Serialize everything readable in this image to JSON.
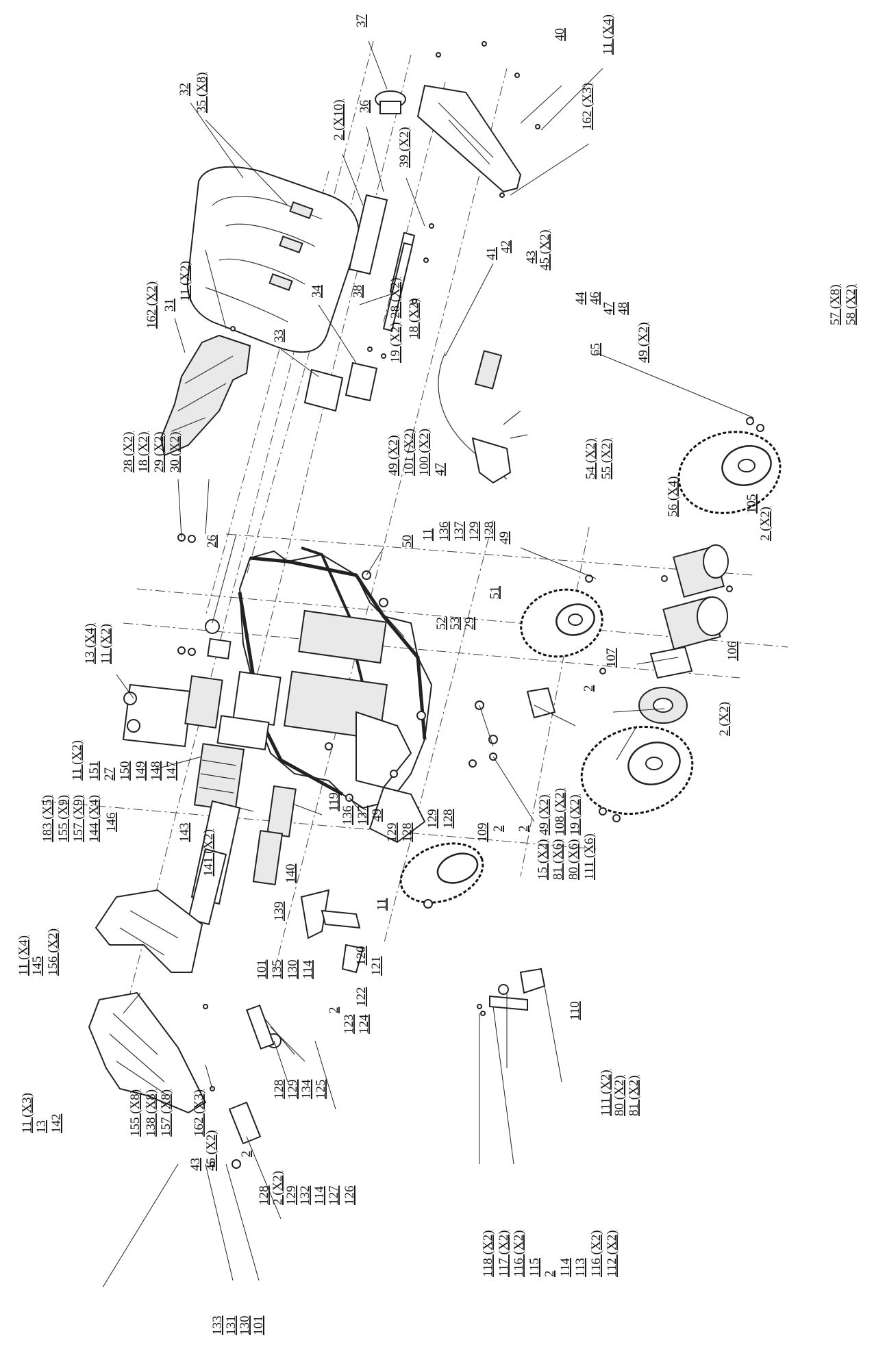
{
  "labels": [
    {
      "id": "l37",
      "text": "37"
    },
    {
      "id": "l40",
      "text": "40"
    },
    {
      "id": "l11x4a",
      "text": "11 (X4)"
    },
    {
      "id": "l162x3a",
      "text": "162 (X3)"
    },
    {
      "id": "l32",
      "text": "32"
    },
    {
      "id": "l35x8a",
      "text": "35 (X8)"
    },
    {
      "id": "l2x10",
      "text": "2 (X10)"
    },
    {
      "id": "l36a",
      "text": "36"
    },
    {
      "id": "l39x2",
      "text": "39 (X2)"
    },
    {
      "id": "l31",
      "text": "31"
    },
    {
      "id": "l11x2a",
      "text": "11 (X2)"
    },
    {
      "id": "l162x2",
      "text": "162 (X2)"
    },
    {
      "id": "l33",
      "text": "33"
    },
    {
      "id": "l34a",
      "text": "34"
    },
    {
      "id": "l38",
      "text": "38"
    },
    {
      "id": "l41",
      "text": "41"
    },
    {
      "id": "l42",
      "text": "42"
    },
    {
      "id": "l43a",
      "text": "43"
    },
    {
      "id": "l45x2a",
      "text": "45 (X2)"
    },
    {
      "id": "l44",
      "text": "44"
    },
    {
      "id": "l46",
      "text": "46"
    },
    {
      "id": "l47a",
      "text": "47"
    },
    {
      "id": "l48",
      "text": "48"
    },
    {
      "id": "l49x2a",
      "text": "49 (X2)"
    },
    {
      "id": "l28x2a",
      "text": "28 (X2)"
    },
    {
      "id": "l18x2a",
      "text": "18 (X2)"
    },
    {
      "id": "l19x2a",
      "text": "19 (X2)"
    },
    {
      "id": "l65",
      "text": "65"
    },
    {
      "id": "l57x8",
      "text": "57 (X8)"
    },
    {
      "id": "l58x2",
      "text": "58 (X2)"
    },
    {
      "id": "l28x2b",
      "text": "28 (X2)"
    },
    {
      "id": "l18x2b",
      "text": "18 (X2)"
    },
    {
      "id": "l29x2",
      "text": "29 (X2)"
    },
    {
      "id": "l30x2",
      "text": "30 (X2)"
    },
    {
      "id": "l49x2b",
      "text": "49 (X2)"
    },
    {
      "id": "l101x2",
      "text": "101 (X2)"
    },
    {
      "id": "l100x2",
      "text": "100 (X2)"
    },
    {
      "id": "l47b",
      "text": "47"
    },
    {
      "id": "l54x2",
      "text": "54 (X2)"
    },
    {
      "id": "l55x2",
      "text": "55 (X2)"
    },
    {
      "id": "l56x4",
      "text": "56 (X4)"
    },
    {
      "id": "l105",
      "text": "105"
    },
    {
      "id": "l2x2a",
      "text": "2 (X2)"
    },
    {
      "id": "l13x4",
      "text": "13 (X4)"
    },
    {
      "id": "l11x2b",
      "text": "11 (X2)"
    },
    {
      "id": "l26",
      "text": "26"
    },
    {
      "id": "l50a",
      "text": "50"
    },
    {
      "id": "l11a",
      "text": "11"
    },
    {
      "id": "l136a",
      "text": "136"
    },
    {
      "id": "l137a",
      "text": "137"
    },
    {
      "id": "l129a",
      "text": "129"
    },
    {
      "id": "l128a",
      "text": "128"
    },
    {
      "id": "l49a",
      "text": "49"
    },
    {
      "id": "l11x2c",
      "text": "11 (X2)"
    },
    {
      "id": "l151",
      "text": "151"
    },
    {
      "id": "l27",
      "text": "27"
    },
    {
      "id": "l150",
      "text": "150"
    },
    {
      "id": "l149",
      "text": "149"
    },
    {
      "id": "l148",
      "text": "148"
    },
    {
      "id": "l147",
      "text": "147"
    },
    {
      "id": "l51",
      "text": "51"
    },
    {
      "id": "l52",
      "text": "52"
    },
    {
      "id": "l53",
      "text": "53"
    },
    {
      "id": "l29a",
      "text": "29"
    },
    {
      "id": "l107",
      "text": "107"
    },
    {
      "id": "l2a",
      "text": "2"
    },
    {
      "id": "l106",
      "text": "106"
    },
    {
      "id": "l2x2b",
      "text": "2 (X2)"
    },
    {
      "id": "l49x2c",
      "text": "49 (X2)"
    },
    {
      "id": "l108x2",
      "text": "108 (X2)"
    },
    {
      "id": "l19x2b",
      "text": "19 (X2)"
    },
    {
      "id": "l183x5",
      "text": "183 (X5)"
    },
    {
      "id": "l155x9",
      "text": "155 (X9)"
    },
    {
      "id": "l157x9",
      "text": "157 (X9)"
    },
    {
      "id": "l144x4",
      "text": "144 (X4)"
    },
    {
      "id": "l146",
      "text": "146"
    },
    {
      "id": "l143",
      "text": "143"
    },
    {
      "id": "l141x2",
      "text": "141 (X2)"
    },
    {
      "id": "l119",
      "text": "119"
    },
    {
      "id": "l136b",
      "text": "136"
    },
    {
      "id": "l137b",
      "text": "137"
    },
    {
      "id": "l49b",
      "text": "49"
    },
    {
      "id": "l129b",
      "text": "129"
    },
    {
      "id": "l128b",
      "text": "128"
    },
    {
      "id": "l129c",
      "text": "129"
    },
    {
      "id": "l128c",
      "text": "128"
    },
    {
      "id": "l109",
      "text": "109"
    },
    {
      "id": "l2b",
      "text": "2"
    },
    {
      "id": "l2c",
      "text": "2"
    },
    {
      "id": "l15x2",
      "text": "15 (X2)"
    },
    {
      "id": "l81x6",
      "text": "81 (X6)"
    },
    {
      "id": "l80x6",
      "text": "80 (X6)"
    },
    {
      "id": "l111x6",
      "text": "111 (X6)"
    },
    {
      "id": "l140",
      "text": "140"
    },
    {
      "id": "l139",
      "text": "139"
    },
    {
      "id": "l11b",
      "text": "11"
    },
    {
      "id": "l101a",
      "text": "101"
    },
    {
      "id": "l135",
      "text": "135"
    },
    {
      "id": "l130a",
      "text": "130"
    },
    {
      "id": "l114a",
      "text": "114"
    },
    {
      "id": "l120",
      "text": "120"
    },
    {
      "id": "l121",
      "text": "121"
    },
    {
      "id": "l122",
      "text": "122"
    },
    {
      "id": "l2d",
      "text": "2"
    },
    {
      "id": "l123",
      "text": "123"
    },
    {
      "id": "l124",
      "text": "124"
    },
    {
      "id": "l11x4b",
      "text": "11 (X4)"
    },
    {
      "id": "l145",
      "text": "145"
    },
    {
      "id": "l156x2",
      "text": "156 (X2)"
    },
    {
      "id": "l155x8",
      "text": "155 (X8)"
    },
    {
      "id": "l138x8",
      "text": "138 (X8)"
    },
    {
      "id": "l157x8",
      "text": "157 (X8)"
    },
    {
      "id": "l162x3b",
      "text": "162 (X3)"
    },
    {
      "id": "l128d",
      "text": "128"
    },
    {
      "id": "l129d",
      "text": "129"
    },
    {
      "id": "l134",
      "text": "134"
    },
    {
      "id": "l125",
      "text": "125"
    },
    {
      "id": "l110",
      "text": "110"
    },
    {
      "id": "l111x2",
      "text": "111 (X2)"
    },
    {
      "id": "l80x2",
      "text": "80 (X2)"
    },
    {
      "id": "l81x2",
      "text": "81 (X2)"
    },
    {
      "id": "l11x3",
      "text": "11 (X3)"
    },
    {
      "id": "l13",
      "text": "13"
    },
    {
      "id": "l142",
      "text": "142"
    },
    {
      "id": "l43b",
      "text": "43"
    },
    {
      "id": "l45x2b",
      "text": "45 (X2)"
    },
    {
      "id": "l128e",
      "text": "128"
    },
    {
      "id": "l2x2c",
      "text": "2 (X2)"
    },
    {
      "id": "l129e",
      "text": "129"
    },
    {
      "id": "l132",
      "text": "132"
    },
    {
      "id": "l114b",
      "text": "114"
    },
    {
      "id": "l127",
      "text": "127"
    },
    {
      "id": "l126",
      "text": "126"
    },
    {
      "id": "l2e",
      "text": "2"
    },
    {
      "id": "l118x2",
      "text": "118 (X2)"
    },
    {
      "id": "l117x2",
      "text": "117 (X2)"
    },
    {
      "id": "l116x2a",
      "text": "116 (X2)"
    },
    {
      "id": "l115",
      "text": "115"
    },
    {
      "id": "l2f",
      "text": "2"
    },
    {
      "id": "l114c",
      "text": "114"
    },
    {
      "id": "l113",
      "text": "113"
    },
    {
      "id": "l116x2b",
      "text": "116 (X2)"
    },
    {
      "id": "l112x2",
      "text": "112 (X2)"
    },
    {
      "id": "l133",
      "text": "133"
    },
    {
      "id": "l131",
      "text": "131"
    },
    {
      "id": "l130b",
      "text": "130"
    },
    {
      "id": "l101b",
      "text": "101"
    }
  ]
}
